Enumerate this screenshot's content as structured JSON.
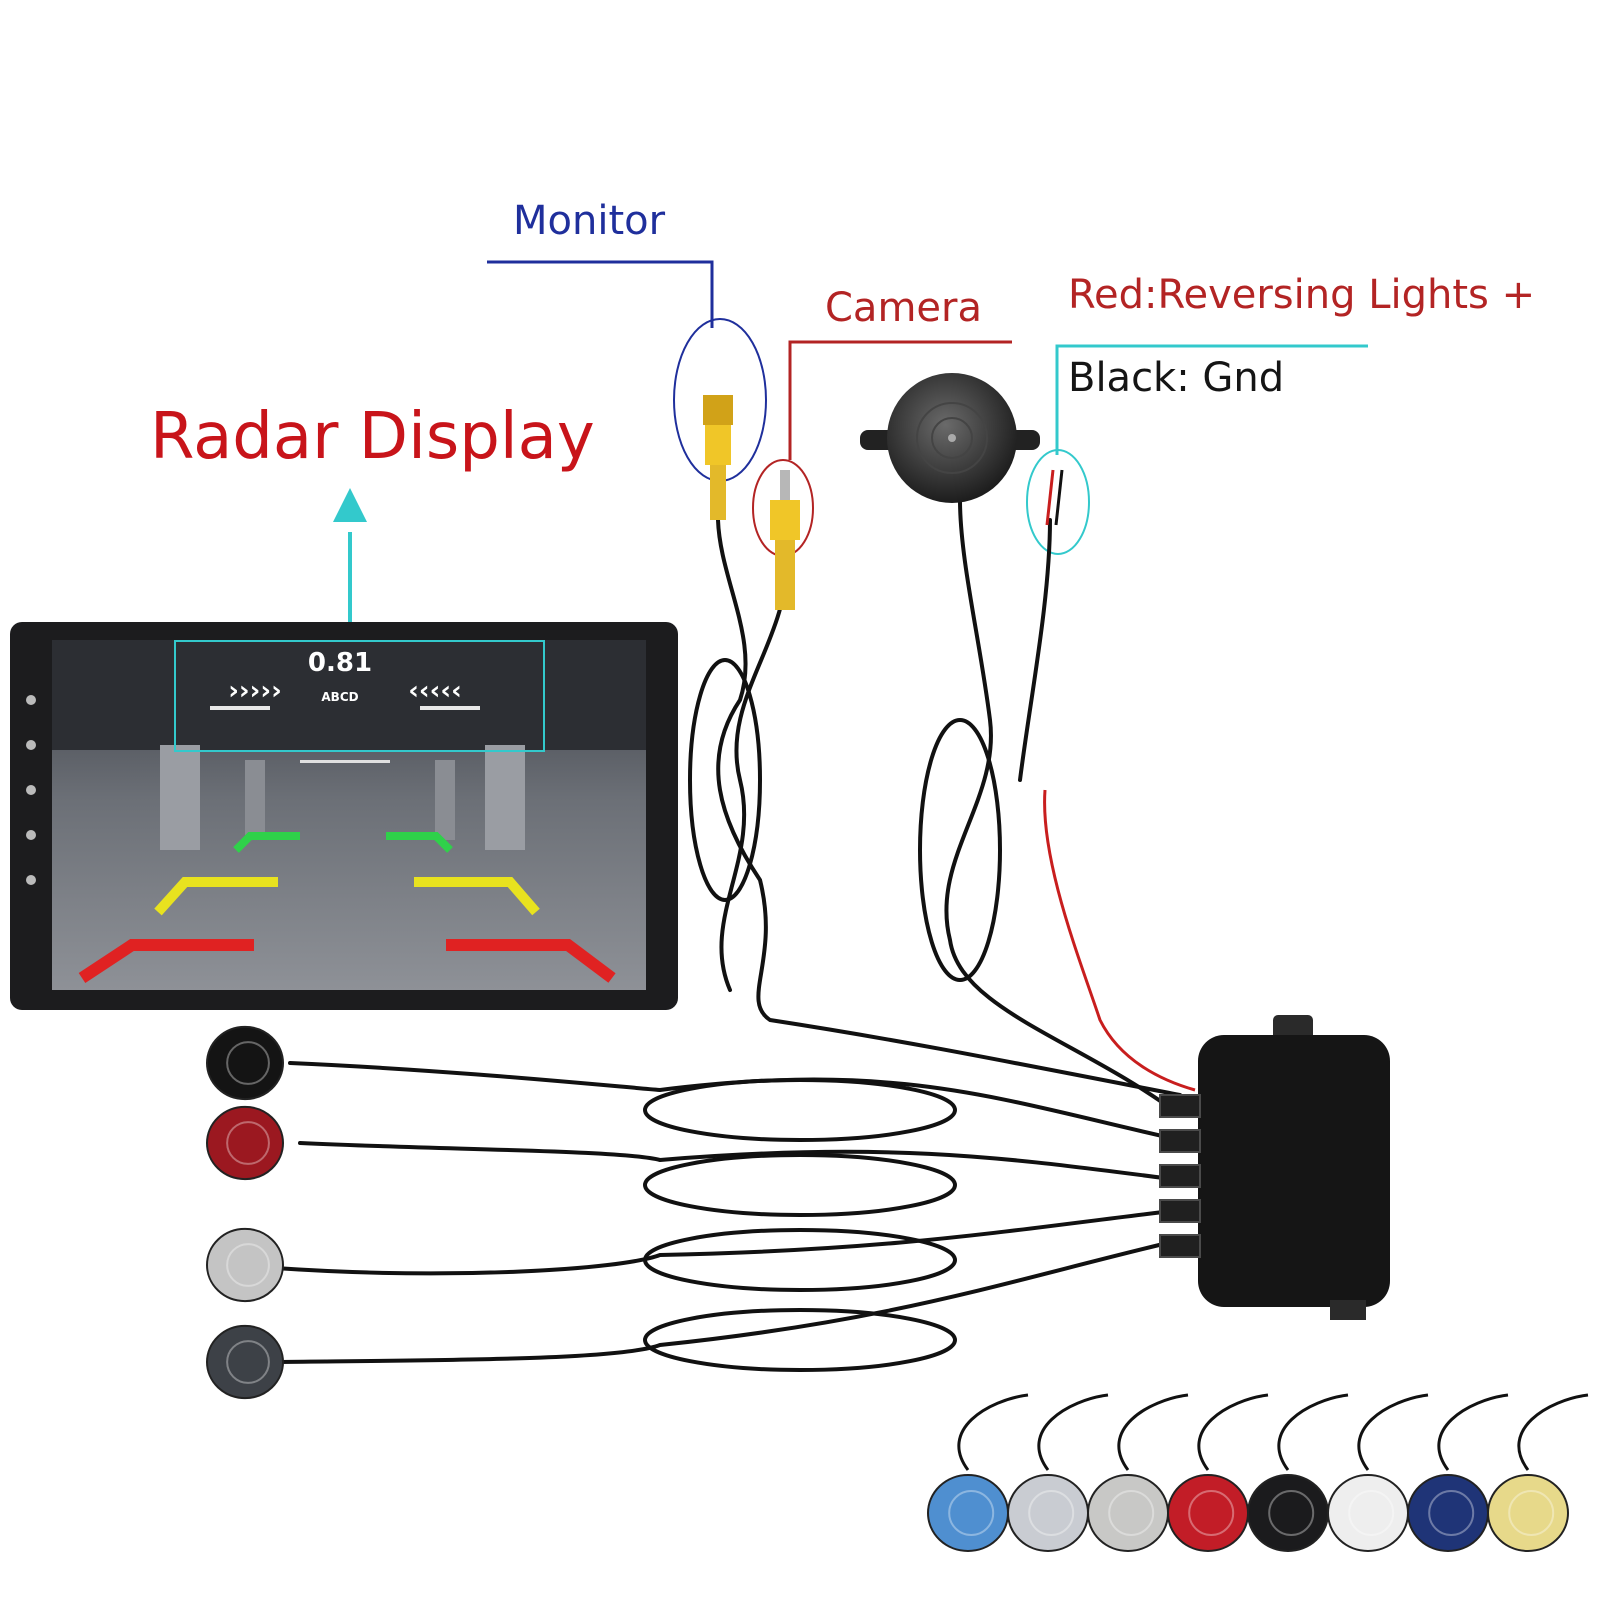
{
  "labels": {
    "monitor": "Monitor",
    "camera": "Camera",
    "red_wire": "Red:Reversing Lights +",
    "black_wire": "Black: Gnd",
    "radar_display": "Radar Display"
  },
  "screen": {
    "distance": "0.81",
    "sensor_code": "ABCD",
    "left_arrows": "›››››",
    "right_arrows": "‹‹‹‹‹"
  },
  "colors": {
    "monitor_callout": "#1f2f9c",
    "camera_callout": "#b32424",
    "wire_callout": "#33c9cc",
    "radar_label": "#c8141a",
    "guide_green": "#2fd14a",
    "guide_yellow": "#e8e21f",
    "guide_red": "#e02222"
  },
  "sensor_colors": [
    "#4f8fd0",
    "#c9ccd2",
    "#c8c8c6",
    "#c21d27",
    "#1b1b1d",
    "#eeeeee",
    "#1f3477",
    "#e7d98a"
  ],
  "kit_sensor_colors": [
    "#141414",
    "#9b1820",
    "#c4c4c4",
    "#3d4147"
  ]
}
